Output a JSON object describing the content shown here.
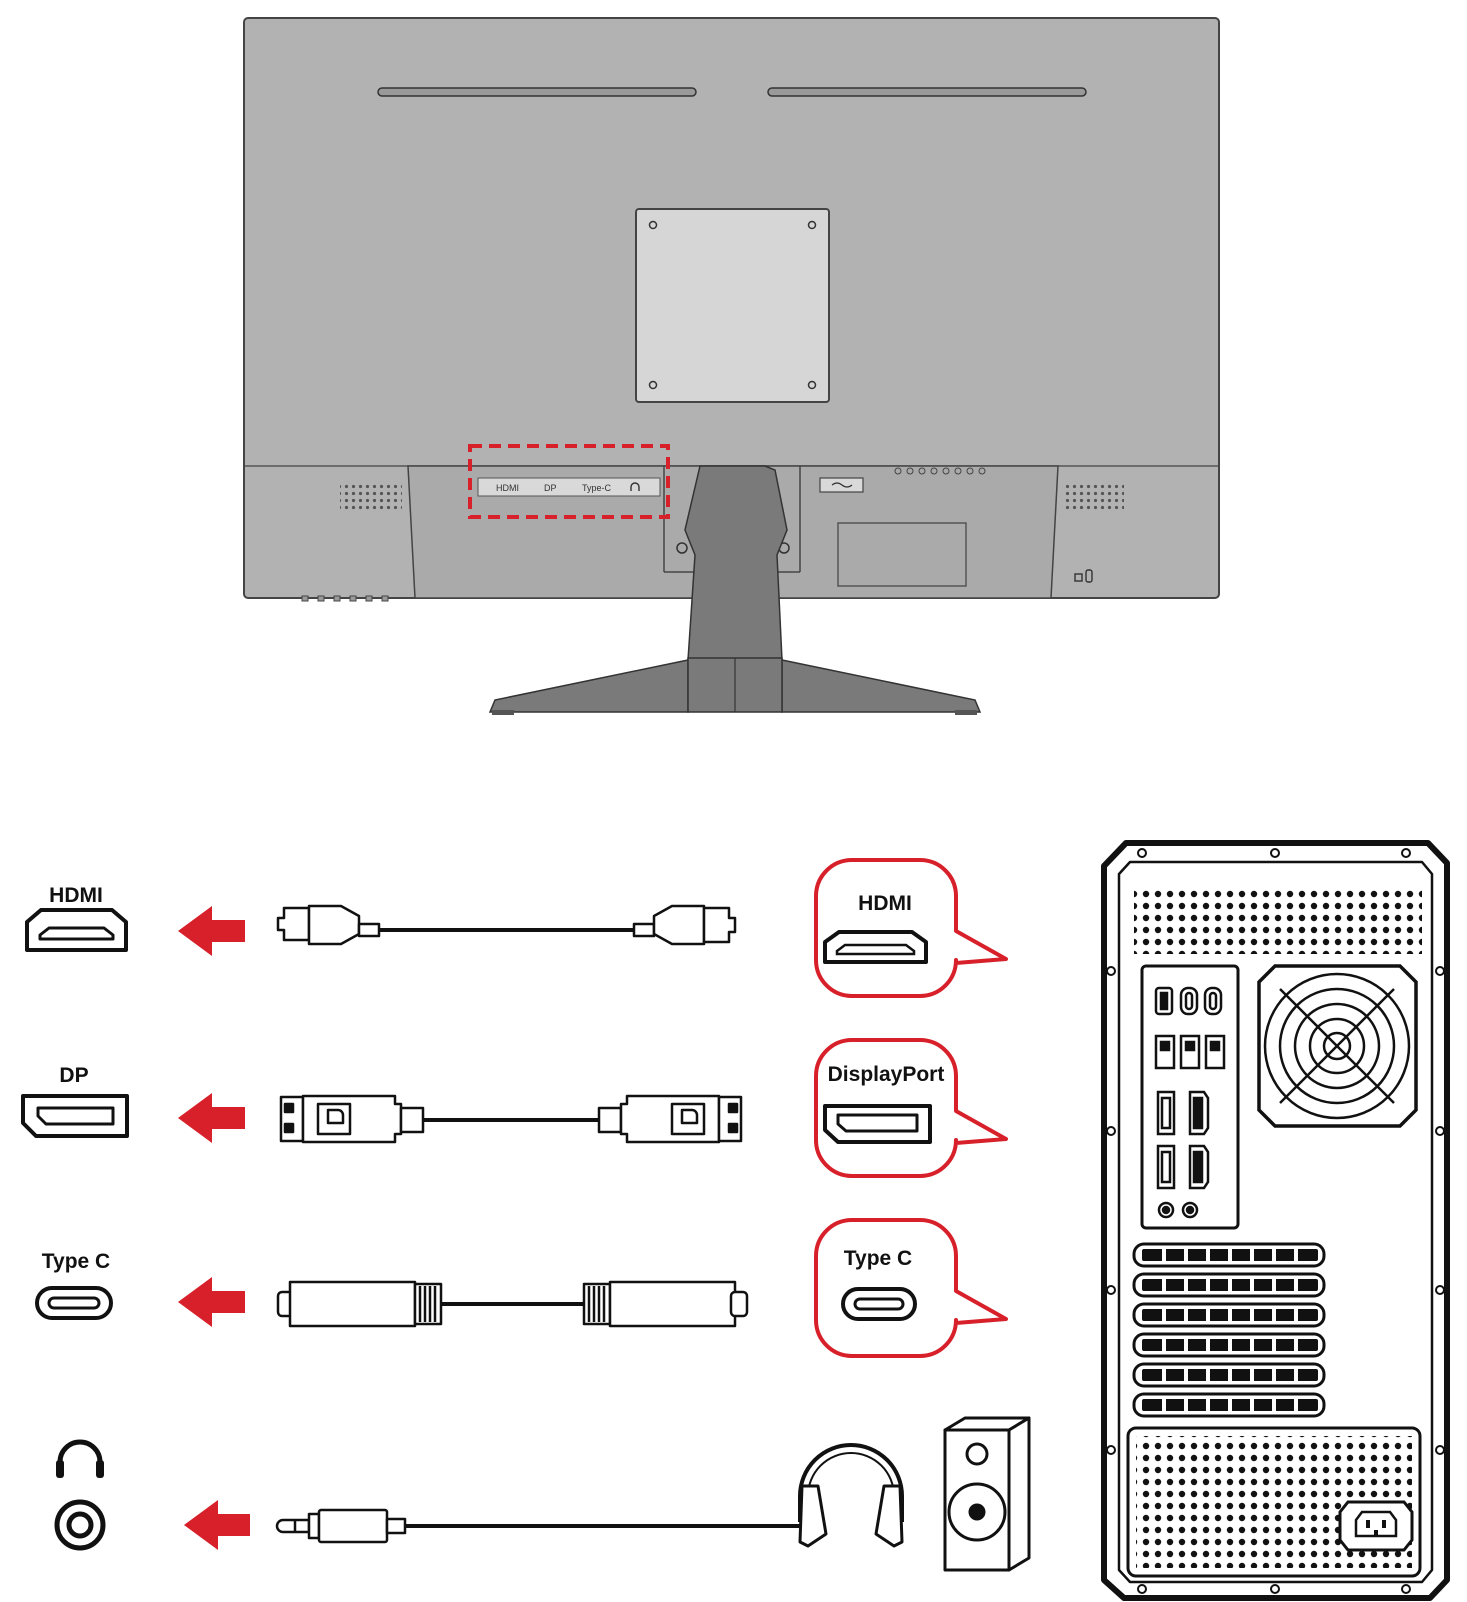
{
  "monitor": {
    "port_labels": [
      "HDMI",
      "DP",
      "Type-C"
    ]
  },
  "rows": [
    {
      "left_label": "HDMI",
      "bubble_label": "HDMI"
    },
    {
      "left_label": "DP",
      "bubble_label": "DisplayPort"
    },
    {
      "left_label": "Type C",
      "bubble_label": "Type C"
    }
  ],
  "icons": [
    "headphone-icon",
    "audio-jack-icon",
    "speaker-icon",
    "pc-tower-icon",
    "arrow-left-icon"
  ],
  "colors": {
    "accent_red": "#d7202a",
    "monitor_gray": "#b2b2b2",
    "stand_gray": "#7a7a7a",
    "outline": "#111111"
  }
}
